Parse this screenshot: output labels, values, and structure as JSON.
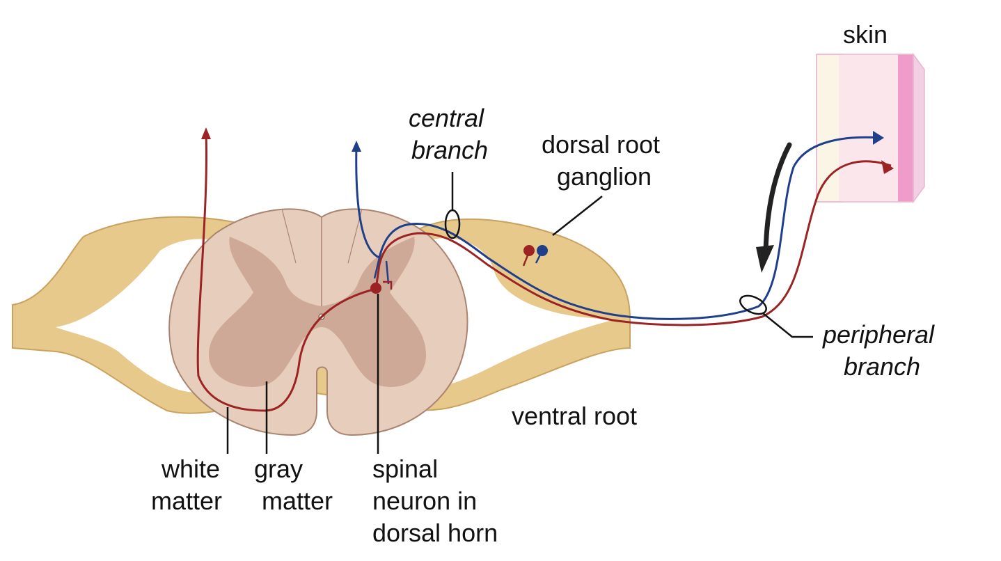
{
  "labels": {
    "skin": "skin",
    "central_branch": [
      "central",
      "branch"
    ],
    "dorsal_root_ganglion": [
      "dorsal root",
      "ganglion"
    ],
    "peripheral_branch": [
      "peripheral",
      "branch"
    ],
    "ventral_root": "ventral root",
    "white_matter": [
      "white",
      "matter"
    ],
    "gray_matter": [
      "gray",
      "matter"
    ],
    "spinal_neuron": [
      "spinal",
      "neuron in",
      "dorsal horn"
    ]
  },
  "colors": {
    "root_tissue": "#e8c98c",
    "root_outline": "#c9a25e",
    "cord_white_matter": "#e7cdbb",
    "cord_gray_matter": "#cfa997",
    "cord_outline": "#a98470",
    "neuron_red": "#9b2323",
    "neuron_blue": "#1f3f8a",
    "skin_epidermis": "#f3cfe3",
    "skin_dermis": "#fbe6ec",
    "skin_hypodermis": "#fbf5e6",
    "arrow": "#222222"
  }
}
